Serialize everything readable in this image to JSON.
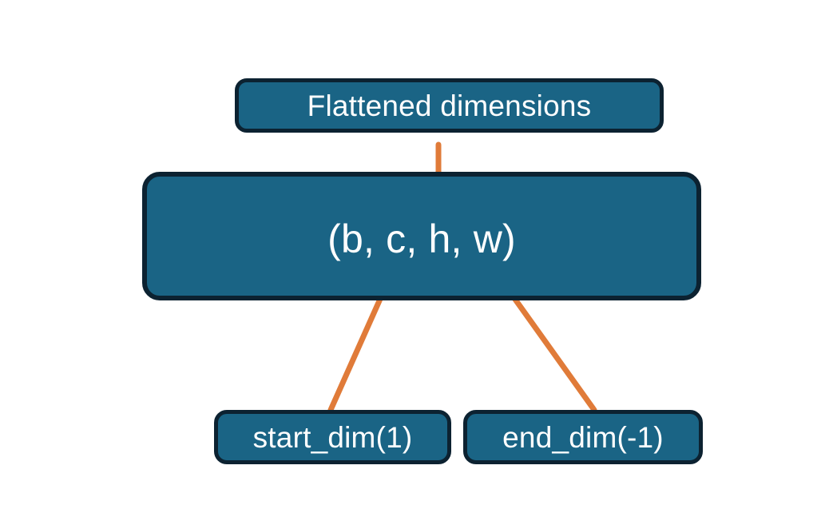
{
  "diagram": {
    "title_box": {
      "label": "Flattened dimensions"
    },
    "shape_box": {
      "label": "(b, c, h, w)"
    },
    "start_box": {
      "label": "start_dim(1)"
    },
    "end_box": {
      "label": "end_dim(-1)"
    },
    "colors": {
      "box_fill": "#1A6485",
      "box_border": "#0C2231",
      "connector": "#E07B39",
      "text": "#FFFFFF",
      "background": "#FFFFFF"
    },
    "connectors": [
      {
        "name": "brace-flattened-dims",
        "kind": "curly-brace-up",
        "from": "shape_box",
        "to": "title_box"
      },
      {
        "name": "arrow-start-dim",
        "kind": "arrow",
        "from": "start_box",
        "to": "shape_box"
      },
      {
        "name": "arrow-end-dim",
        "kind": "arrow",
        "from": "end_box",
        "to": "shape_box"
      }
    ]
  }
}
